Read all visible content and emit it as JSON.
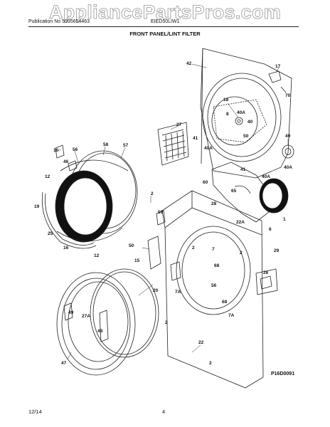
{
  "watermark": "AppliancePartsPros.com",
  "header": {
    "publication": "Publication No  5995654463",
    "model": "EIED50LIW1",
    "title": "FRONT PANEL/LINT FILTER"
  },
  "footer": {
    "date": "12/14",
    "page": "4",
    "figure_code": "P16D0091"
  },
  "callouts": [
    "42",
    "17",
    "70",
    "18",
    "8",
    "40A",
    "40",
    "27",
    "41",
    "40A",
    "50",
    "49",
    "40A",
    "10",
    "56",
    "58",
    "57",
    "46",
    "12",
    "41",
    "40A",
    "60",
    "65",
    "2",
    "28",
    "59",
    "19",
    "25",
    "22A",
    "6",
    "1",
    "50",
    "7",
    "2",
    "29",
    "2",
    "15",
    "16",
    "12",
    "68",
    "26",
    "56",
    "20",
    "7A",
    "68",
    "49",
    "27A",
    "2",
    "7A",
    "48",
    "22",
    "47",
    "2"
  ]
}
